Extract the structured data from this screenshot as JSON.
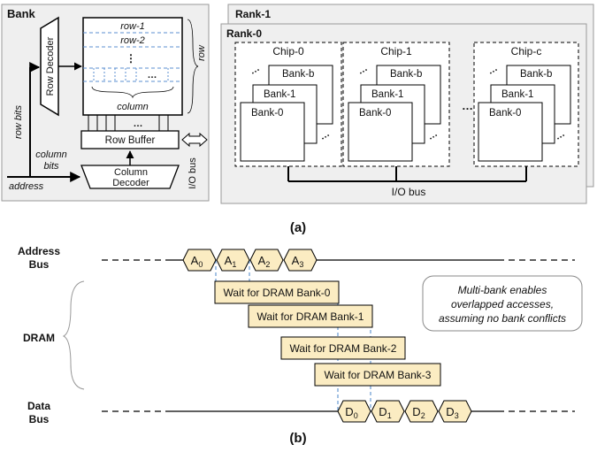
{
  "part_a": {
    "caption": "(a)",
    "bank_panel": {
      "title": "Bank",
      "row_decoder": "Row Decoder",
      "rows": [
        "row-1",
        "row-2"
      ],
      "row_label": "row",
      "column_label": "column",
      "row_buffer": "Row Buffer",
      "column_decoder_line1": "Column",
      "column_decoder_line2": "Decoder",
      "row_bits": "row bits",
      "column_bits_line1": "column",
      "column_bits_line2": "bits",
      "address": "address",
      "io_bus": "I/O bus"
    },
    "rank_panel": {
      "rank1": "Rank-1",
      "rank0": "Rank-0",
      "chips": [
        {
          "name": "Chip-0",
          "banks": [
            "Bank-b",
            "Bank-1",
            "Bank-0"
          ]
        },
        {
          "name": "Chip-1",
          "banks": [
            "Bank-b",
            "Bank-1",
            "Bank-0"
          ]
        },
        {
          "name": "Chip-c",
          "banks": [
            "Bank-b",
            "Bank-1",
            "Bank-0"
          ]
        }
      ],
      "ellipsis": "…",
      "io_bus": "I/O bus"
    }
  },
  "part_b": {
    "caption": "(b)",
    "address_bus_line1": "Address",
    "address_bus_line2": "Bus",
    "dram_label": "DRAM",
    "data_bus_line1": "Data",
    "data_bus_line2": "Bus",
    "address_symbols": [
      {
        "base": "A",
        "sub": "0"
      },
      {
        "base": "A",
        "sub": "1"
      },
      {
        "base": "A",
        "sub": "2"
      },
      {
        "base": "A",
        "sub": "3"
      }
    ],
    "data_symbols": [
      {
        "base": "D",
        "sub": "0"
      },
      {
        "base": "D",
        "sub": "1"
      },
      {
        "base": "D",
        "sub": "2"
      },
      {
        "base": "D",
        "sub": "3"
      }
    ],
    "waits": [
      "Wait for DRAM Bank-0",
      "Wait for DRAM Bank-1",
      "Wait for DRAM Bank-2",
      "Wait for DRAM Bank-3"
    ],
    "note_line1": "Multi-bank enables",
    "note_line2": "overlapped accesses,",
    "note_line3": "assuming no bank conflicts"
  },
  "colors": {
    "panel_fill": "#efefef",
    "panel_stroke": "#9a9a9a",
    "wait_fill": "#fbecc2",
    "hex_fill": "#fbecc2",
    "dash_blue": "#4a86c8",
    "row_dash": "#5b8fd0"
  }
}
